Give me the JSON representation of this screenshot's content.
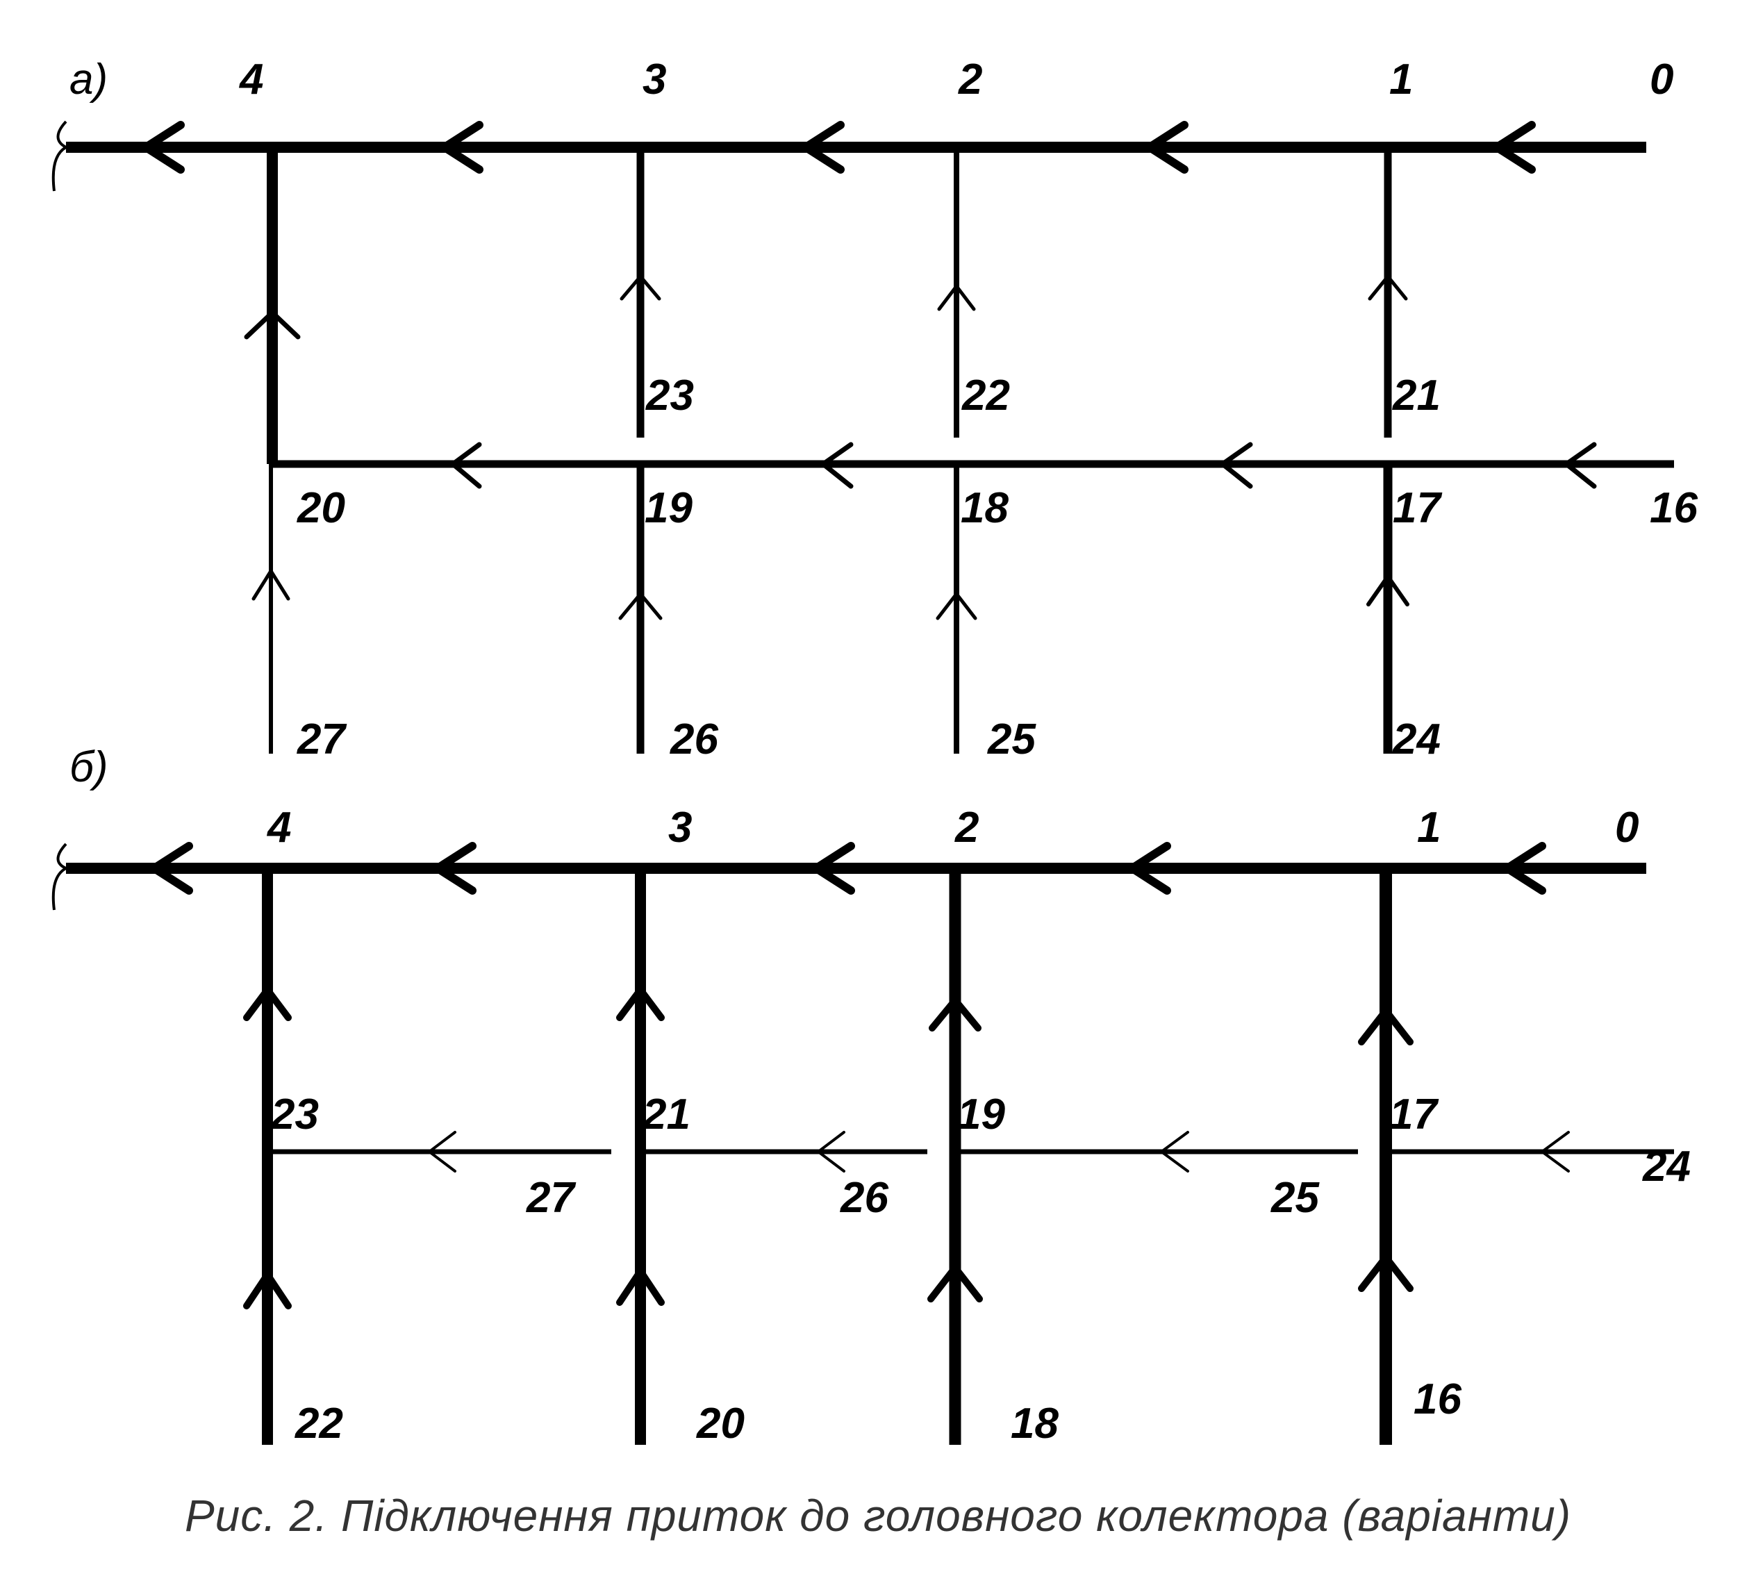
{
  "colors": {
    "line": "#000000",
    "caption": "#333333"
  },
  "panels": {
    "a": {
      "label": "а)",
      "main_nodes": [
        "4",
        "3",
        "2",
        "1",
        "0"
      ],
      "mid_labels": [
        "23",
        "22",
        "21"
      ],
      "collector_labels": [
        "20",
        "19",
        "18",
        "17",
        "16"
      ],
      "bottom_labels": [
        "27",
        "26",
        "25",
        "24"
      ]
    },
    "b": {
      "label": "б)",
      "main_nodes": [
        "4",
        "3",
        "2",
        "1",
        "0"
      ],
      "junction_labels": [
        "23",
        "21",
        "19",
        "17"
      ],
      "branch_labels": [
        "27",
        "26",
        "25",
        "24"
      ],
      "bottom_labels": [
        "22",
        "20",
        "18",
        "16"
      ]
    }
  },
  "caption": "Рис. 2. Підключення приток до головного колектора (варіанти)"
}
